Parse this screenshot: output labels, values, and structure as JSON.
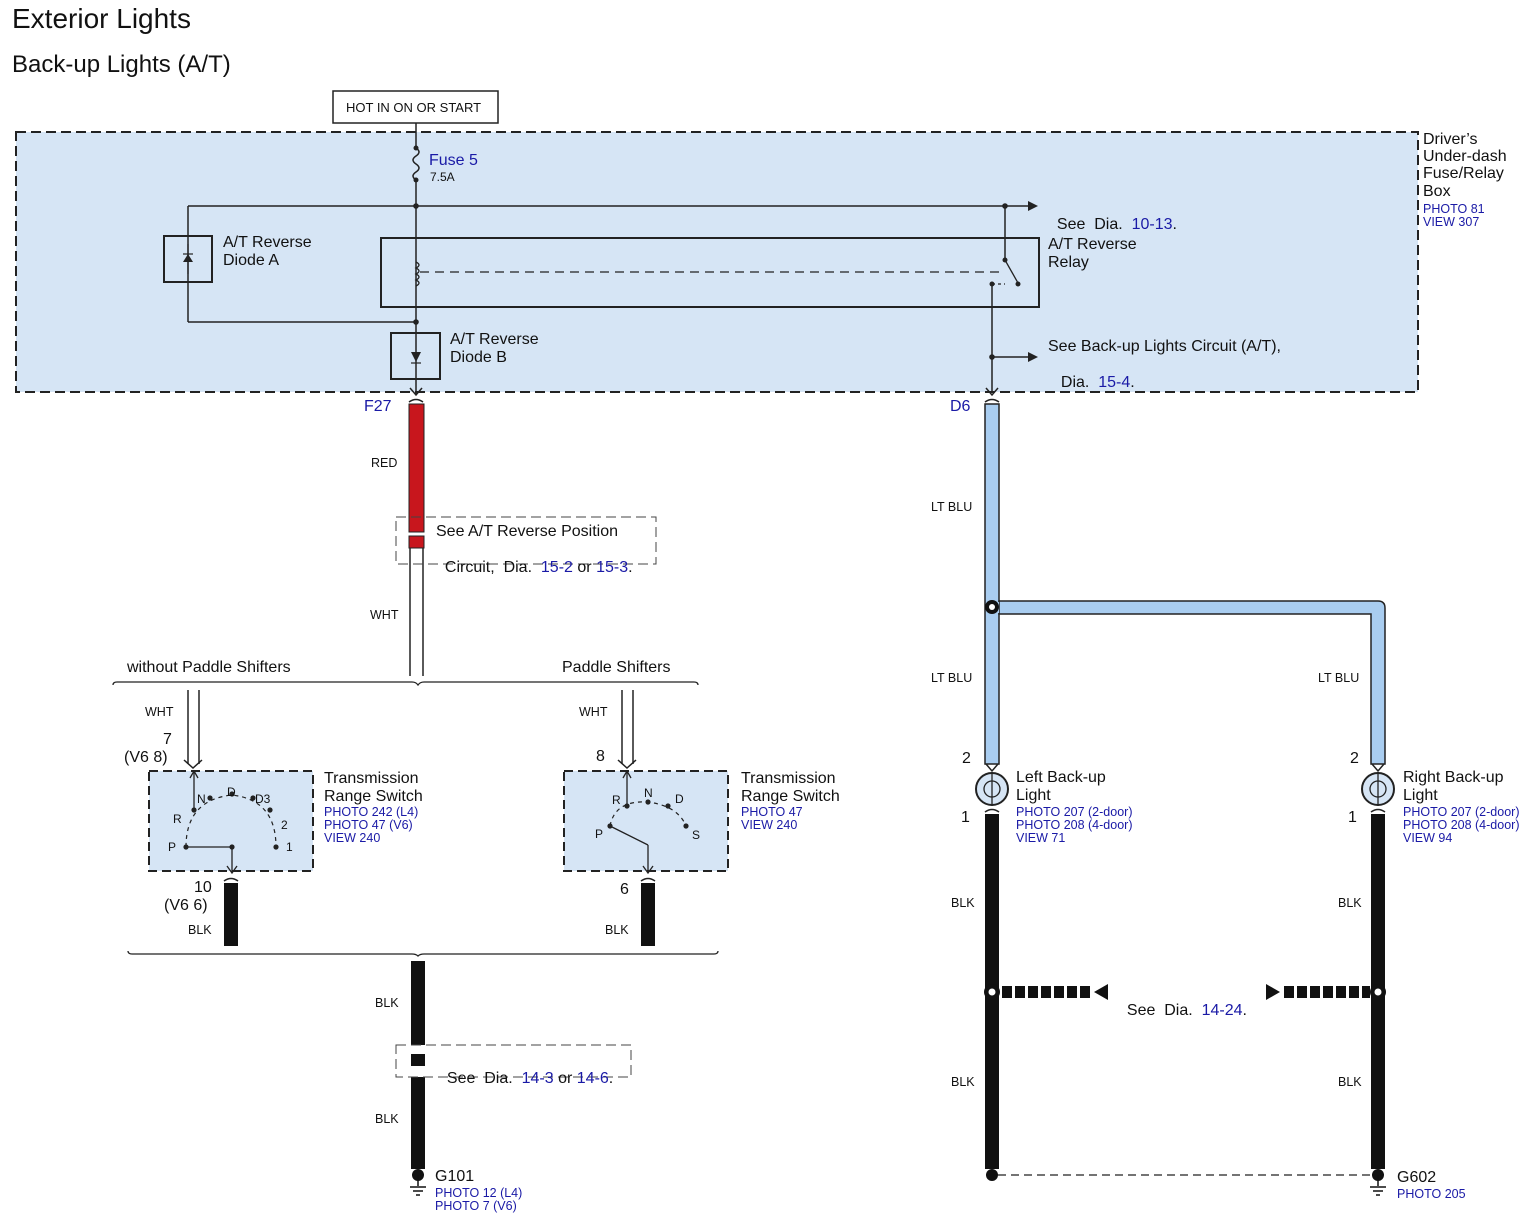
{
  "header": {
    "title": "Exterior Lights",
    "subtitle": "Back-up Lights (A/T)"
  },
  "power_source": "HOT IN ON OR START",
  "fuse_box": {
    "name_lines": [
      "Driver’s",
      "Under-dash",
      "Fuse/Relay",
      "Box"
    ],
    "photo": "PHOTO 81",
    "view": "VIEW 307",
    "fuse": {
      "name": "Fuse 5",
      "rating": "7.5A"
    },
    "see_top": {
      "prefix": "See",
      "dia": "Dia.",
      "ref": "10-13",
      "suffix": "."
    },
    "diode_a": {
      "line1": "A/T Reverse",
      "line2": "Diode A"
    },
    "diode_b": {
      "line1": "A/T Reverse",
      "line2": "Diode B"
    },
    "relay": {
      "line1": "A/T Reverse",
      "line2": "Relay"
    },
    "see_circuit": {
      "line1": "See Back-up Lights Circuit (A/T),",
      "dia": "Dia.",
      "ref": "15-4",
      "suffix": "."
    }
  },
  "terminals": {
    "left": "F27",
    "right": "D6"
  },
  "wires": {
    "red": "RED",
    "wht": "WHT",
    "ltblu": "LT BLU",
    "blk": "BLK"
  },
  "see_reverse": {
    "line1": "See A/T Reverse Position",
    "line2a": "Circuit,",
    "dia": "Dia.",
    "ref1": "15-2",
    "or": "or",
    "ref2": "15-3",
    "suffix": "."
  },
  "variants": {
    "left": "without Paddle Shifters",
    "right": "Paddle Shifters"
  },
  "switch_l4": {
    "pin_top": "7",
    "pin_top_alt": "(V6 8)",
    "pin_bottom": "10",
    "pin_bottom_alt": "(V6 6)",
    "name1": "Transmission",
    "name2": "Range Switch",
    "photos": [
      "PHOTO 242 (L4)",
      "PHOTO 47 (V6)",
      "VIEW 240"
    ],
    "positions": [
      "R",
      "N",
      "D",
      "D3",
      "2",
      "1",
      "P"
    ]
  },
  "switch_paddle": {
    "pin_top": "8",
    "pin_bottom": "6",
    "name1": "Transmission",
    "name2": "Range Switch",
    "photos": [
      "PHOTO 47",
      "VIEW 240"
    ],
    "positions": [
      "R",
      "N",
      "D",
      "P",
      "S"
    ]
  },
  "see_ground_left": {
    "prefix": "See",
    "dia": "Dia.",
    "ref1": "14-3",
    "or": "or",
    "ref2": "14-6",
    "suffix": "."
  },
  "ground_left": {
    "name": "G101",
    "photos": [
      "PHOTO 12 (L4)",
      "PHOTO 7 (V6)"
    ]
  },
  "left_light": {
    "pin_top": "2",
    "pin_bottom": "1",
    "name1": "Left Back-up",
    "name2": "Light",
    "photos": [
      "PHOTO 207 (2-door)",
      "PHOTO 208 (4-door)",
      "VIEW 71"
    ]
  },
  "right_light": {
    "pin_top": "2",
    "pin_bottom": "1",
    "name1": "Right Back-up",
    "name2": "Light",
    "photos": [
      "PHOTO 207 (2-door)",
      "PHOTO 208 (4-door)",
      "VIEW 94"
    ]
  },
  "see_ground_right": {
    "prefix": "See",
    "dia": "Dia.",
    "ref": "14-24",
    "suffix": "."
  },
  "ground_right": {
    "name": "G602",
    "photo": "PHOTO 205"
  },
  "colors": {
    "box_fill": "#d6e5f5",
    "red_wire": "#c8161d",
    "ltblu_wire": "#a9cdf0",
    "ref_blue": "#1a1aa6"
  }
}
